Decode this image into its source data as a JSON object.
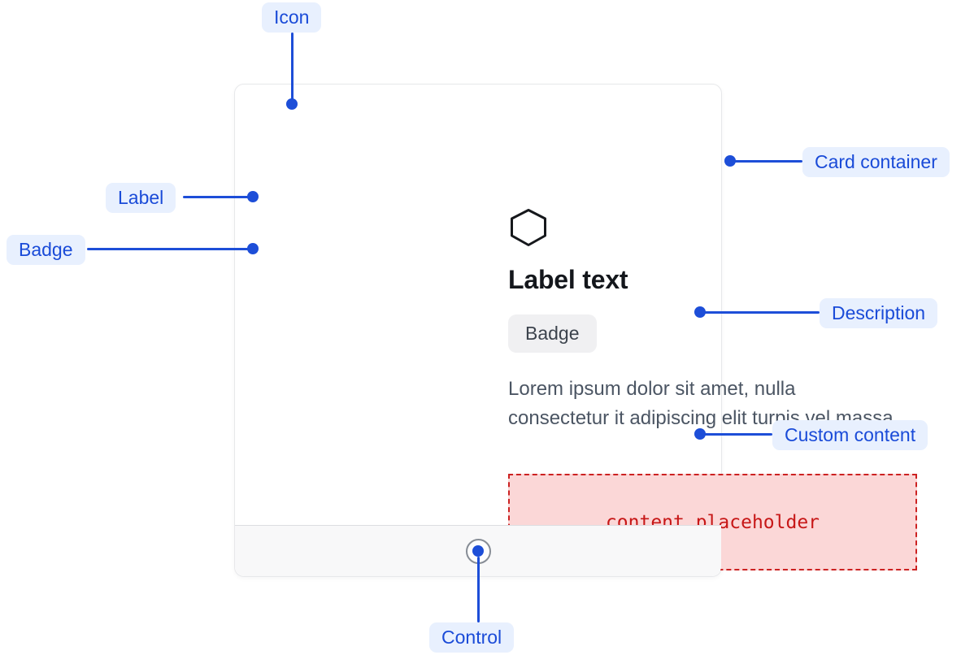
{
  "callouts": {
    "icon": "Icon",
    "label": "Label",
    "badge": "Badge",
    "card_container": "Card container",
    "description": "Description",
    "custom_content": "Custom content",
    "control": "Control"
  },
  "card": {
    "icon": "hexagon-icon",
    "label": "Label text",
    "badge": "Badge",
    "description": "Lorem ipsum dolor sit amet, nulla consectetur it adipiscing elit turpis vel massa.",
    "placeholder": "content placeholder"
  },
  "colors": {
    "accent_blue": "#1d4ed8",
    "callout_pill_bg": "#e8f0fe",
    "placeholder_bg": "#fbd7d7",
    "placeholder_border": "#cc2222",
    "placeholder_text": "#c71717",
    "card_border": "#e7e8ea",
    "footer_bg": "#f8f8f9",
    "badge_bg": "#f0f0f2"
  }
}
